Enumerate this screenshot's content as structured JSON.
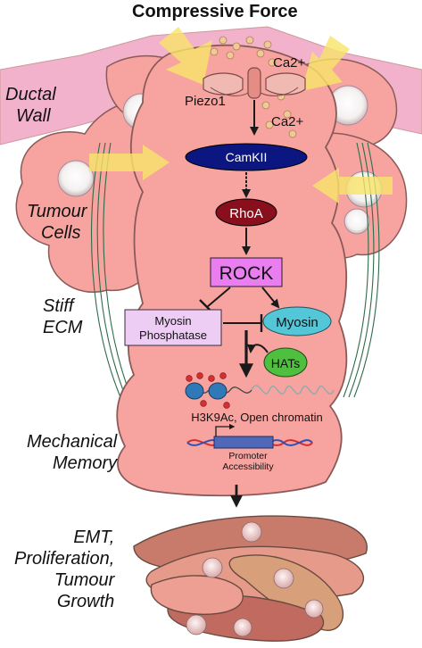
{
  "title": "Compressive Force",
  "labels": {
    "ductal_wall": [
      "Ductal",
      "Wall"
    ],
    "tumour_cells": [
      "Tumour",
      "Cells"
    ],
    "stiff_ecm": [
      "Stiff",
      "ECM"
    ],
    "mechanical_memory": [
      "Mechanical",
      "Memory"
    ],
    "outcome": [
      "EMT,",
      "Proliferation,",
      "Tumour",
      "Growth"
    ]
  },
  "channel": {
    "piezo": "Piezo1",
    "ca_outside": "Ca2+",
    "ca_inside": "Ca2+"
  },
  "nodes": {
    "camkii": "CamKII",
    "rhoa": "RhoA",
    "rock": "ROCK",
    "myosin_phosphatase": [
      "Myosin",
      "Phosphatase"
    ],
    "myosin": "Myosin",
    "hats": "HATs"
  },
  "chromatin_label": "H3K9Ac, Open chromatin",
  "promoter_label": [
    "Promoter",
    "Accessibility"
  ],
  "colors": {
    "cell_fill": "#f7a4a0",
    "cell_stroke": "#8a5a58",
    "ductal_wall": "#f3b2cc",
    "compress_arrow": "#f7e46a",
    "camkii": "#0b1680",
    "rhoa": "#8a0f1c",
    "rock": "#ea7ef0",
    "myosin_phosphatase": "#eecdf5",
    "myosin": "#53c6d8",
    "hats": "#4fbf3f",
    "nucleosome": "#2f79b8",
    "acetyl": "#d62f2f",
    "dna_red": "#d42c2c",
    "dna_blue": "#2c4fb8",
    "promoter_box": "#4f68b8",
    "ecm_lines": "#2f6b4a"
  }
}
